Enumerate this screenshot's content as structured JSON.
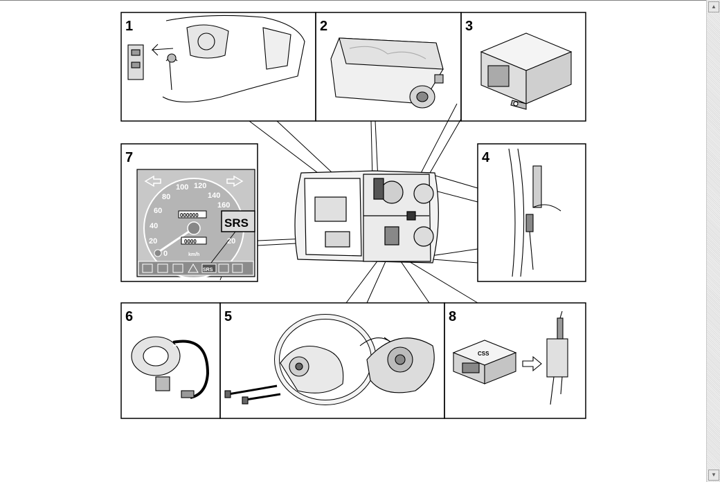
{
  "panels": [
    {
      "label": "1"
    },
    {
      "label": "2"
    },
    {
      "label": "3"
    },
    {
      "label": "4"
    },
    {
      "label": "5"
    },
    {
      "label": "6"
    },
    {
      "label": "7"
    },
    {
      "label": "8"
    }
  ],
  "cluster": {
    "speed_ticks": [
      "20",
      "40",
      "60",
      "80",
      "100",
      "120",
      "140",
      "160",
      "0",
      "20"
    ],
    "odometer": "000000",
    "trip": "0000",
    "unit": "km/h",
    "srs_callout": "SRS",
    "srs_lamp": "SRS"
  },
  "css_unit_label": "CSS",
  "scrollbar": {
    "up": "▲",
    "down": "▼"
  }
}
